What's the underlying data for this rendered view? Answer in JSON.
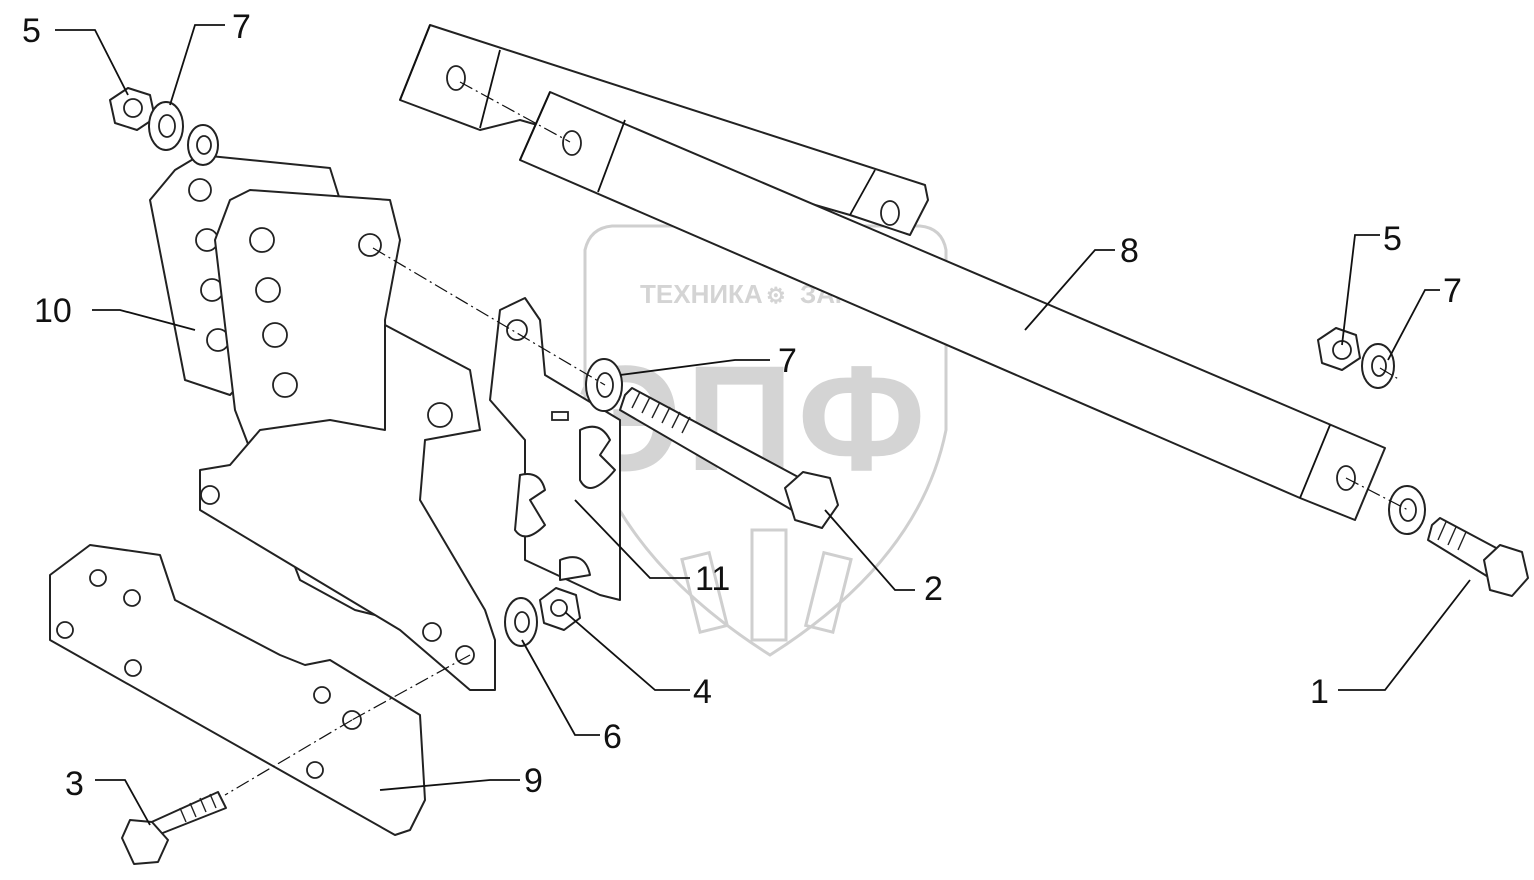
{
  "watermark": {
    "text_left": "ТЕХНИКА",
    "text_right": "ЗАПЧАСТИ",
    "logo": "ЭПФ"
  },
  "callouts": [
    {
      "id": "c1",
      "label": "5"
    },
    {
      "id": "c2",
      "label": "7"
    },
    {
      "id": "c3",
      "label": "10"
    },
    {
      "id": "c4",
      "label": "7"
    },
    {
      "id": "c5",
      "label": "8"
    },
    {
      "id": "c6",
      "label": "5"
    },
    {
      "id": "c7",
      "label": "7"
    },
    {
      "id": "c8",
      "label": "11"
    },
    {
      "id": "c9",
      "label": "2"
    },
    {
      "id": "c10",
      "label": "4"
    },
    {
      "id": "c11",
      "label": "6"
    },
    {
      "id": "c12",
      "label": "1"
    },
    {
      "id": "c13",
      "label": "3"
    },
    {
      "id": "c14",
      "label": "9"
    }
  ]
}
